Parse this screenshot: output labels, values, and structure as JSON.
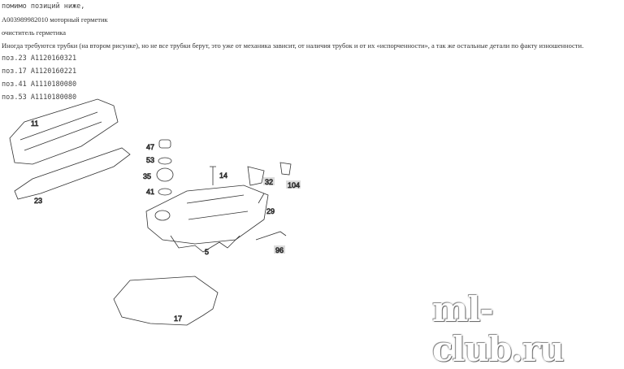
{
  "text": {
    "line1": "помимо позиций ниже,",
    "line2": "A003989982010 моторный герметик",
    "line3": "очиститель герметика",
    "line4": "Иногда требуются трубки (на втором рисунке), но не все трубки берут, это уже от механика зависит, от  наличия трубок и от их «испорченности», а так же остальные детали по факту изношенности.",
    "parts": [
      "поз.23 A1120160321",
      "поз.17 A1120160221",
      "поз.41 A1110180080",
      "поз.53 A1110180080"
    ]
  },
  "diagram": {
    "labels": [
      "11",
      "23",
      "47",
      "53",
      "35",
      "41",
      "14",
      "32",
      "104",
      "29",
      "5",
      "96",
      "17"
    ]
  },
  "watermark": "ml-club.ru"
}
